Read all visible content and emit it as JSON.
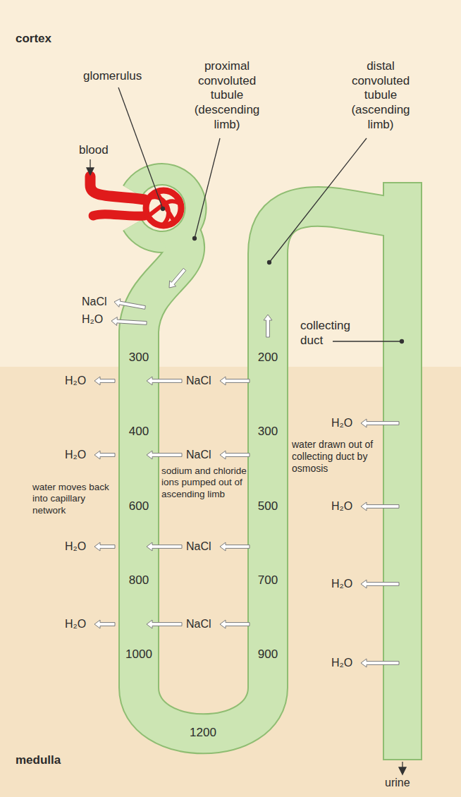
{
  "diagram": {
    "labels": [
      "cortex",
      "glomerulus",
      "proximal convoluted tubule (descending limb)",
      "distal convoluted tubule (ascending limb)",
      "blood",
      "NaCl",
      "H₂O",
      "300",
      "200",
      "collecting duct",
      "H₂O",
      "NaCl",
      "400",
      "300",
      "H₂O",
      "water drawn out of collecting duct by osmosis",
      "H₂O",
      "NaCl",
      "sodium and chloride ions pumped out of ascending limb",
      "water moves back into capillary network",
      "600",
      "500",
      "H₂O",
      "H₂O",
      "NaCl",
      "800",
      "700",
      "H₂O",
      "H₂O",
      "NaCl",
      "1000",
      "900",
      "H₂O",
      "1200",
      "medulla",
      "urine"
    ]
  }
}
